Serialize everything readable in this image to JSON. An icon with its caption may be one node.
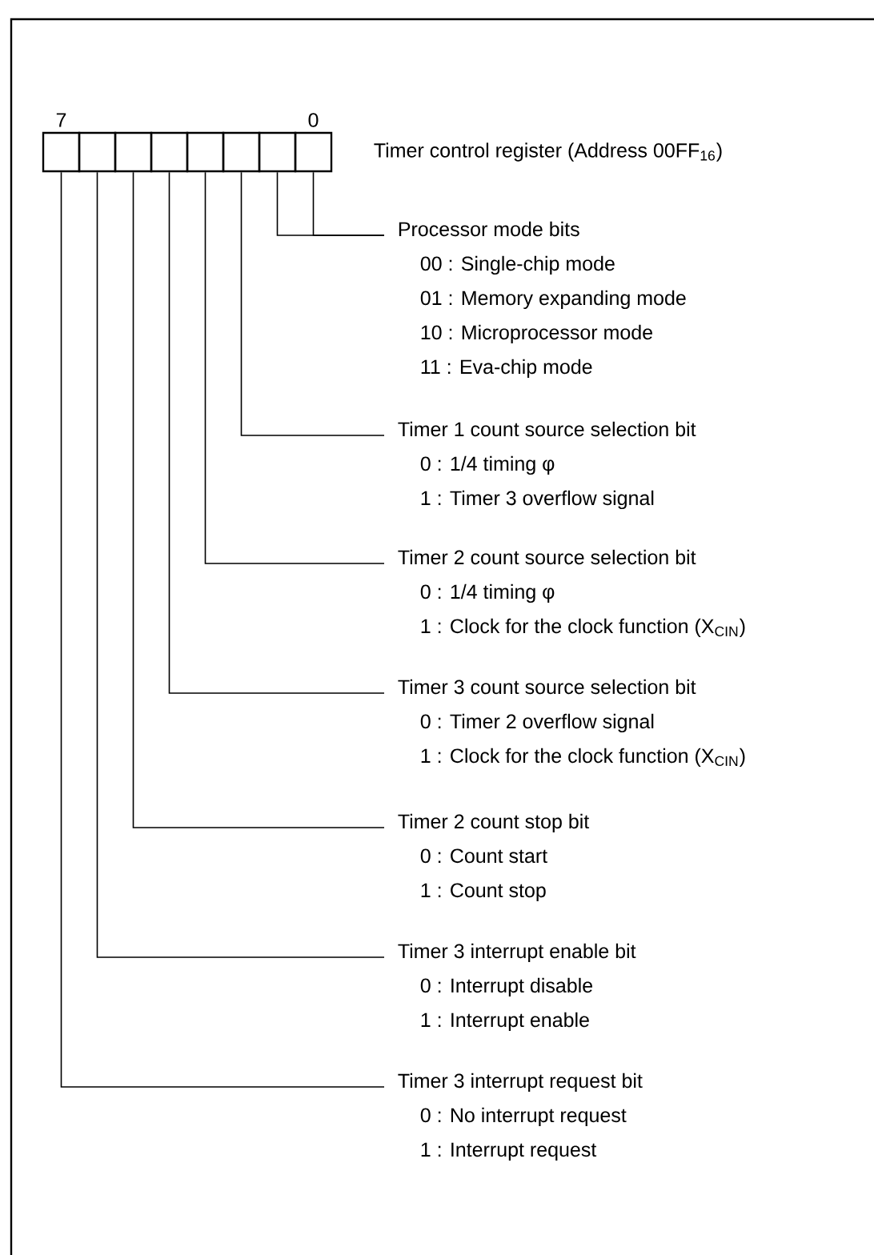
{
  "diagram": {
    "nodes": [
      {
        "text": [],
        "shape": "box"
      },
      {
        "text": [],
        "shape": "box"
      },
      {
        "text": [],
        "shape": "box"
      },
      {
        "text": [],
        "shape": "box"
      },
      {
        "text": [],
        "shape": "box"
      },
      {
        "text": [],
        "shape": "box"
      },
      {
        "text": [],
        "shape": "box"
      },
      {
        "text": [],
        "shape": "box"
      },
      {
        "text": [
          "Processor mode bits",
          "00 : Single-chip mode",
          "01 : Memory expanding mode",
          "10 : Microprocessor mode",
          "11 : Eva-chip mode"
        ]
      },
      {
        "text": [
          "Timer 1 count source selection bit",
          "0 : 1/4 timing φ",
          "1 : Timer 3 overflow signal"
        ]
      },
      {
        "text": [
          "Timer 2 count source selection bit",
          "0 : 1/4 timing φ",
          "1 : Clock for the clock function (X$_{CIN}$)"
        ]
      },
      {
        "text": [
          "Timer 3 count source selection bit",
          "0 : Timer 2 overflow signal",
          "1 : Clock for the clock function (X$_{CIN}$)"
        ]
      },
      {
        "text": [
          "Timer 2 count stop bit",
          "0 : Count start",
          "1 : Count stop"
        ]
      },
      {
        "text": [
          "Timer 3 interrupt enable bit",
          "0 : Interrupt disable",
          "1 : Interrupt enable"
        ]
      },
      {
        "text": [
          "Timer 3 interrupt request bit",
          "0 : No interrupt request",
          "1 : Interrupt request"
        ]
      }
    ],
    "edges": [
      {
        "from": 6,
        "to": 8,
        "arrow": "none"
      },
      {
        "from": 7,
        "to": 8,
        "arrow": "none"
      },
      {
        "from": 5,
        "to": 9,
        "arrow": "none"
      },
      {
        "from": 4,
        "to": 10,
        "arrow": "none"
      },
      {
        "from": 3,
        "to": 11,
        "arrow": "none"
      },
      {
        "from": 2,
        "to": 12,
        "arrow": "none"
      },
      {
        "from": 1,
        "to": 13,
        "arrow": "none"
      },
      {
        "from": 0,
        "to": 14,
        "arrow": "none"
      }
    ],
    "labels": [
      "7",
      "0",
      "Timer control register (Address 00FF$_{16}$)"
    ]
  }
}
